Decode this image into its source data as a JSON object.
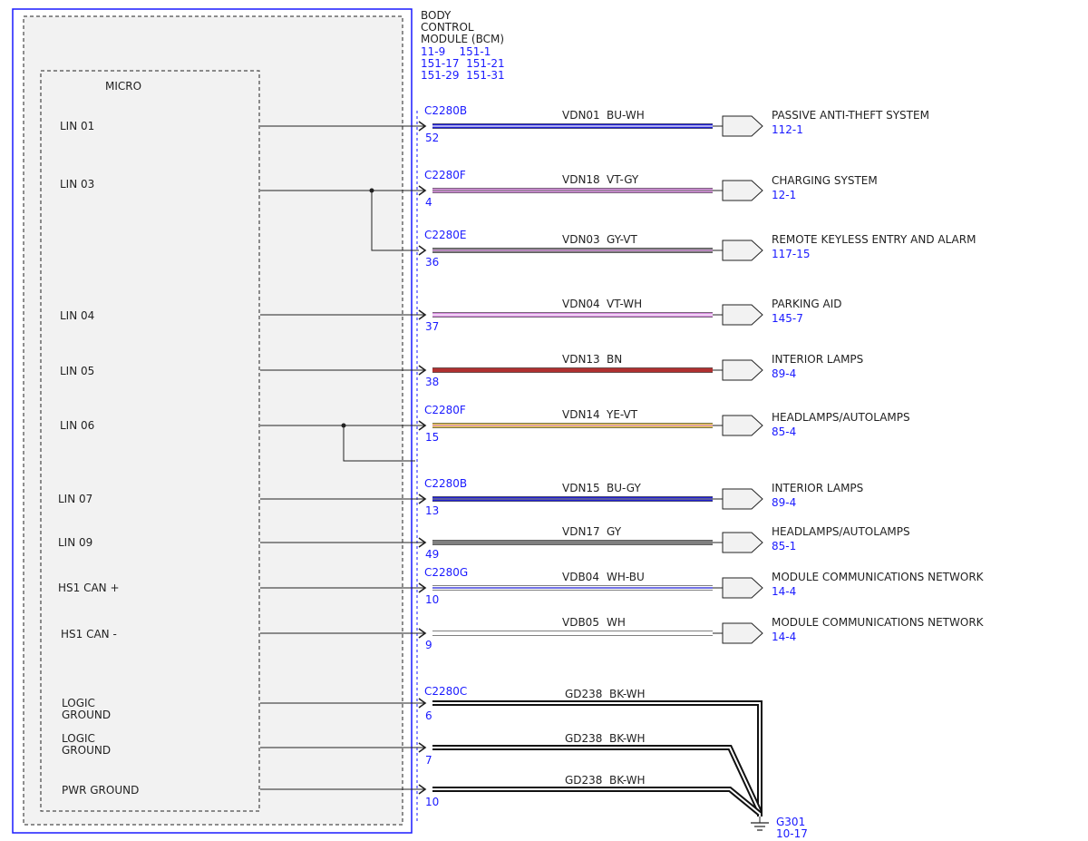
{
  "module": {
    "title_lines": [
      "BODY",
      "CONTROL",
      "MODULE (BCM)"
    ],
    "ref_lines": [
      "11-9    151-1",
      "151-17  151-21",
      "151-29  151-31"
    ],
    "micro_label": "MICRO"
  },
  "ground": {
    "name": "G301",
    "ref": "10-17"
  },
  "colors": {
    "module_border": "#1a1aff",
    "ref_text": "#1a1aff",
    "BU": "#1f1fd6",
    "VT": "#d88be0",
    "GY": "#808080",
    "WH": "#ffffff",
    "BN": "#b03030",
    "YE": "#e6c84a",
    "BK": "#111111"
  },
  "circuits": [
    {
      "pin_label": "LIN 01",
      "connector": "C2280B",
      "pin": "52",
      "wire": "VDN01",
      "color": "BU-WH",
      "dest": "PASSIVE ANTI-THEFT SYSTEM",
      "dest_ref": "112-1"
    },
    {
      "pin_label": "LIN 03",
      "connector": "C2280F",
      "pin": "4",
      "wire": "VDN18",
      "color": "VT-GY",
      "dest": "CHARGING SYSTEM",
      "dest_ref": "12-1"
    },
    {
      "pin_label": "",
      "connector": "C2280E",
      "pin": "36",
      "wire": "VDN03",
      "color": "GY-VT",
      "dest": "REMOTE KEYLESS ENTRY AND ALARM",
      "dest_ref": "117-15"
    },
    {
      "pin_label": "LIN 04",
      "connector": "",
      "pin": "37",
      "wire": "VDN04",
      "color": "VT-WH",
      "dest": "PARKING AID",
      "dest_ref": "145-7"
    },
    {
      "pin_label": "LIN 05",
      "connector": "",
      "pin": "38",
      "wire": "VDN13",
      "color": "BN",
      "dest": "INTERIOR LAMPS",
      "dest_ref": "89-4"
    },
    {
      "pin_label": "LIN 06",
      "connector": "C2280F",
      "pin": "15",
      "wire": "VDN14",
      "color": "YE-VT",
      "dest": "HEADLAMPS/AUTOLAMPS",
      "dest_ref": "85-4"
    },
    {
      "pin_label": "LIN 07",
      "connector": "C2280B",
      "pin": "13",
      "wire": "VDN15",
      "color": "BU-GY",
      "dest": "INTERIOR LAMPS",
      "dest_ref": "89-4"
    },
    {
      "pin_label": "LIN 09",
      "connector": "",
      "pin": "49",
      "wire": "VDN17",
      "color": "GY",
      "dest": "HEADLAMPS/AUTOLAMPS",
      "dest_ref": "85-1"
    },
    {
      "pin_label": "HS1 CAN +",
      "connector": "C2280G",
      "pin": "10",
      "wire": "VDB04",
      "color": "WH-BU",
      "dest": "MODULE COMMUNICATIONS NETWORK",
      "dest_ref": "14-4"
    },
    {
      "pin_label": "HS1 CAN -",
      "connector": "",
      "pin": "9",
      "wire": "VDB05",
      "color": "WH",
      "dest": "MODULE COMMUNICATIONS NETWORK",
      "dest_ref": "14-4"
    }
  ],
  "grounds": [
    {
      "pin_label": "LOGIC\nGROUND",
      "connector": "C2280C",
      "pin": "6",
      "wire": "GD238",
      "color": "BK-WH"
    },
    {
      "pin_label": "LOGIC\nGROUND",
      "connector": "",
      "pin": "7",
      "wire": "GD238",
      "color": "BK-WH"
    },
    {
      "pin_label": "PWR GROUND",
      "connector": "",
      "pin": "10",
      "wire": "GD238",
      "color": "BK-WH"
    }
  ]
}
